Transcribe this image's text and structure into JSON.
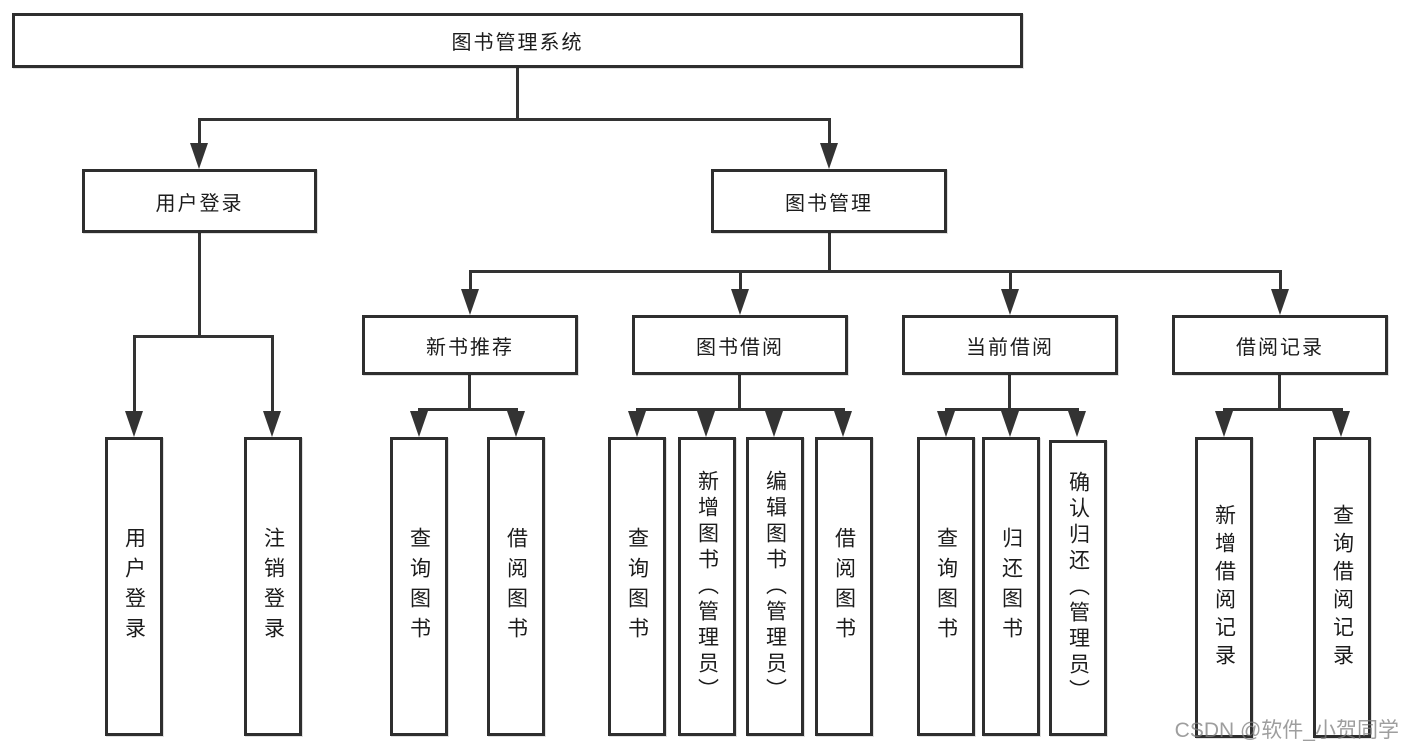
{
  "tree": {
    "root": {
      "label": "图书管理系统"
    },
    "branches": [
      {
        "label": "用户登录",
        "children": [
          {
            "label": "用户登录"
          },
          {
            "label": "注销登录"
          }
        ]
      },
      {
        "label": "图书管理",
        "children": [
          {
            "label": "新书推荐",
            "children": [
              {
                "label": "查询图书"
              },
              {
                "label": "借阅图书"
              }
            ]
          },
          {
            "label": "图书借阅",
            "children": [
              {
                "label": "查询图书"
              },
              {
                "label": "新增图书（管理员）"
              },
              {
                "label": "编辑图书（管理员）"
              },
              {
                "label": "借阅图书"
              }
            ]
          },
          {
            "label": "当前借阅",
            "children": [
              {
                "label": "查询图书"
              },
              {
                "label": "归还图书"
              },
              {
                "label": "确认归还（管理员）"
              }
            ]
          },
          {
            "label": "借阅记录",
            "children": [
              {
                "label": "新增借阅记录"
              },
              {
                "label": "查询借阅记录"
              }
            ]
          }
        ]
      }
    ]
  },
  "watermark": {
    "text": "CSDN @软件_小贺同学"
  },
  "colors": {
    "line": "#333333",
    "box_border": "#2e2e2e",
    "text": "#1c1c1c",
    "watermark": "#7d7d7d",
    "background": "#ffffff"
  }
}
